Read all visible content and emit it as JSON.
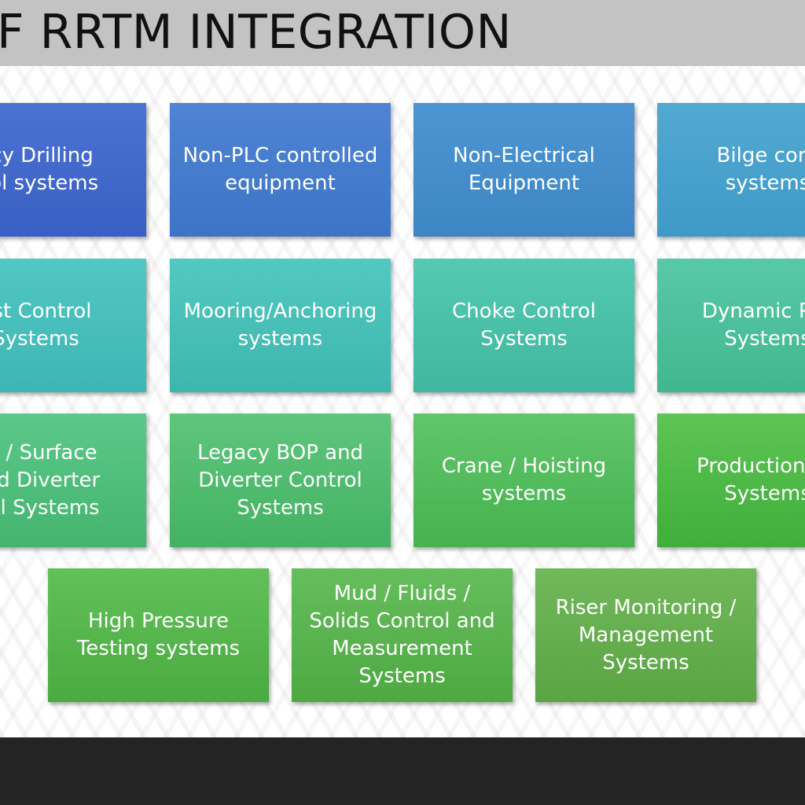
{
  "slide": {
    "title": "F RRTM INTEGRATION"
  },
  "colors": {
    "title_bar": "#c3c3c3",
    "bottom_bar": "#242424",
    "tile_text": "#ffffff"
  },
  "tiles": [
    {
      "label": "acy Drilling\ntrol systems",
      "color_top": "#4a72d2",
      "color_bottom": "#3a5fc4"
    },
    {
      "label": "Non-PLC controlled\nequipment",
      "color_top": "#4f84d4",
      "color_bottom": "#3d74c6"
    },
    {
      "label": "Non-Electrical\nEquipment",
      "color_top": "#4d94d2",
      "color_bottom": "#3d86c4"
    },
    {
      "label": "Bilge cont\nsystems",
      "color_top": "#52a9d3",
      "color_bottom": "#3e9ac6"
    },
    {
      "label": "ast Control\nSystems",
      "color_top": "#52c7c3",
      "color_bottom": "#3db6b3"
    },
    {
      "label": "Mooring/Anchoring\nsystems",
      "color_top": "#52c8c0",
      "color_bottom": "#3db7ae"
    },
    {
      "label": "Choke Control\nSystems",
      "color_top": "#55c9b2",
      "color_bottom": "#40b79e"
    },
    {
      "label": "Dynamic Pos\nSystems",
      "color_top": "#58c9a6",
      "color_bottom": "#41b78f"
    },
    {
      "label": "ea / Surface\nand Diverter\ntrol Systems",
      "color_top": "#5cc88a",
      "color_bottom": "#43b46e"
    },
    {
      "label": "Legacy BOP and\nDiverter Control\nSystems",
      "color_top": "#5ec67c",
      "color_bottom": "#44b262"
    },
    {
      "label": "Crane / Hoisting\nsystems",
      "color_top": "#60c66a",
      "color_bottom": "#46b24f"
    },
    {
      "label": "Production Co\nSystems",
      "color_top": "#5ec455",
      "color_bottom": "#3fae3a"
    },
    {
      "label": "High Pressure\nTesting systems",
      "color_top": "#62c05a",
      "color_bottom": "#4aab40"
    },
    {
      "label": "Mud / Fluids /\nSolids Control and\nMeasurement\nSystems",
      "color_top": "#66bd5c",
      "color_bottom": "#4ea942"
    },
    {
      "label": "Riser Monitoring /\nManagement\nSystems",
      "color_top": "#70b85a",
      "color_bottom": "#5ba443"
    }
  ]
}
